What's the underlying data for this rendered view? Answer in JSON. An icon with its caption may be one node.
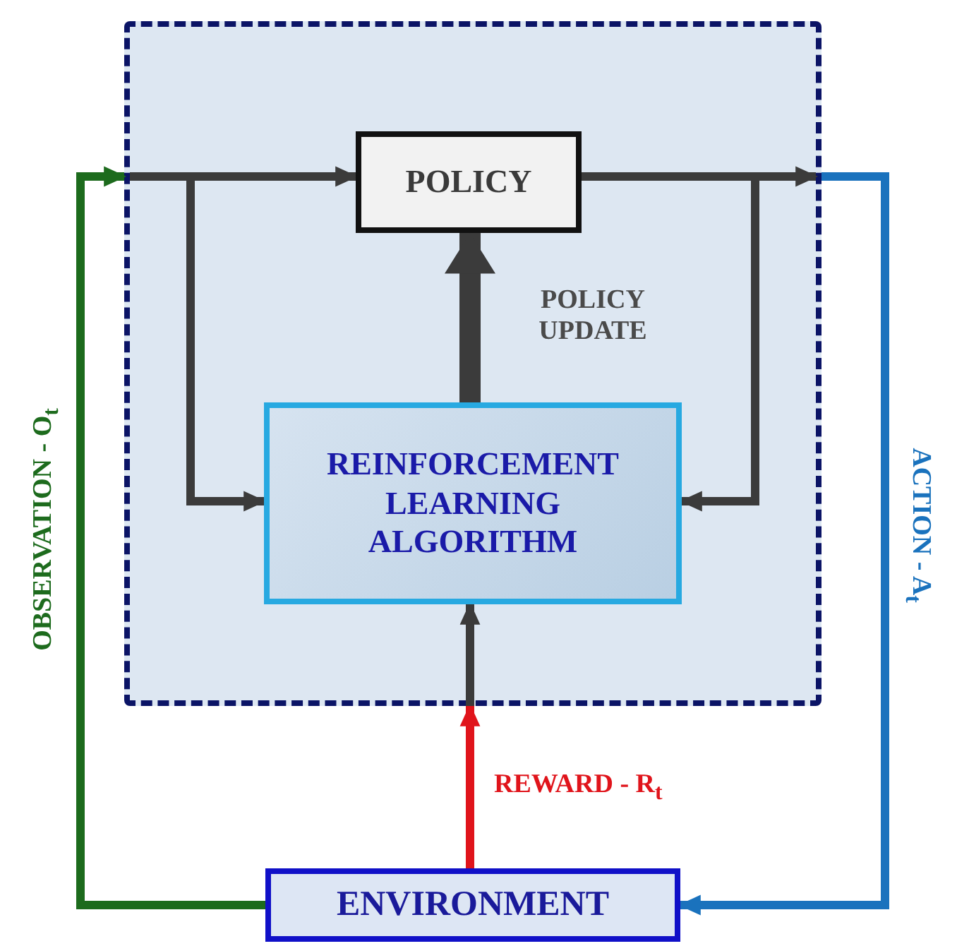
{
  "diagram": {
    "nodes": [
      {
        "text": [],
        "shape": "box"
      },
      {
        "text": [
          "POLICY"
        ],
        "in": 0
      },
      {
        "text": [
          "REINFORCEMENT LEARNING ALGORITHM"
        ],
        "in": 0
      },
      {
        "text": [
          "ENVIRONMENT"
        ]
      }
    ],
    "edges": [
      {
        "from": 3,
        "to": 0,
        "arrow": "to",
        "label": "OBSERVATION - O$_{t}$",
        "color": "#1d6b1d"
      },
      {
        "from": null,
        "to": 1,
        "arrow": "to"
      },
      {
        "from": null,
        "to": 2,
        "arrow": "to"
      },
      {
        "from": 1,
        "to": null,
        "arrow": "to"
      },
      {
        "from": 1,
        "to": 2,
        "arrow": "to"
      },
      {
        "from": 2,
        "to": 1,
        "arrow": "to",
        "style": "thick",
        "label": "POLICY UPDATE"
      },
      {
        "from": 0,
        "to": 3,
        "arrow": "to",
        "label": "ACTION - A$_{t}$",
        "color": "#1a72bd"
      },
      {
        "from": 3,
        "to": 0,
        "arrow": "to",
        "label": "REWARD - R$_{t}$",
        "color": "#e0141b"
      },
      {
        "from": null,
        "to": 2,
        "arrow": "to"
      }
    ]
  }
}
